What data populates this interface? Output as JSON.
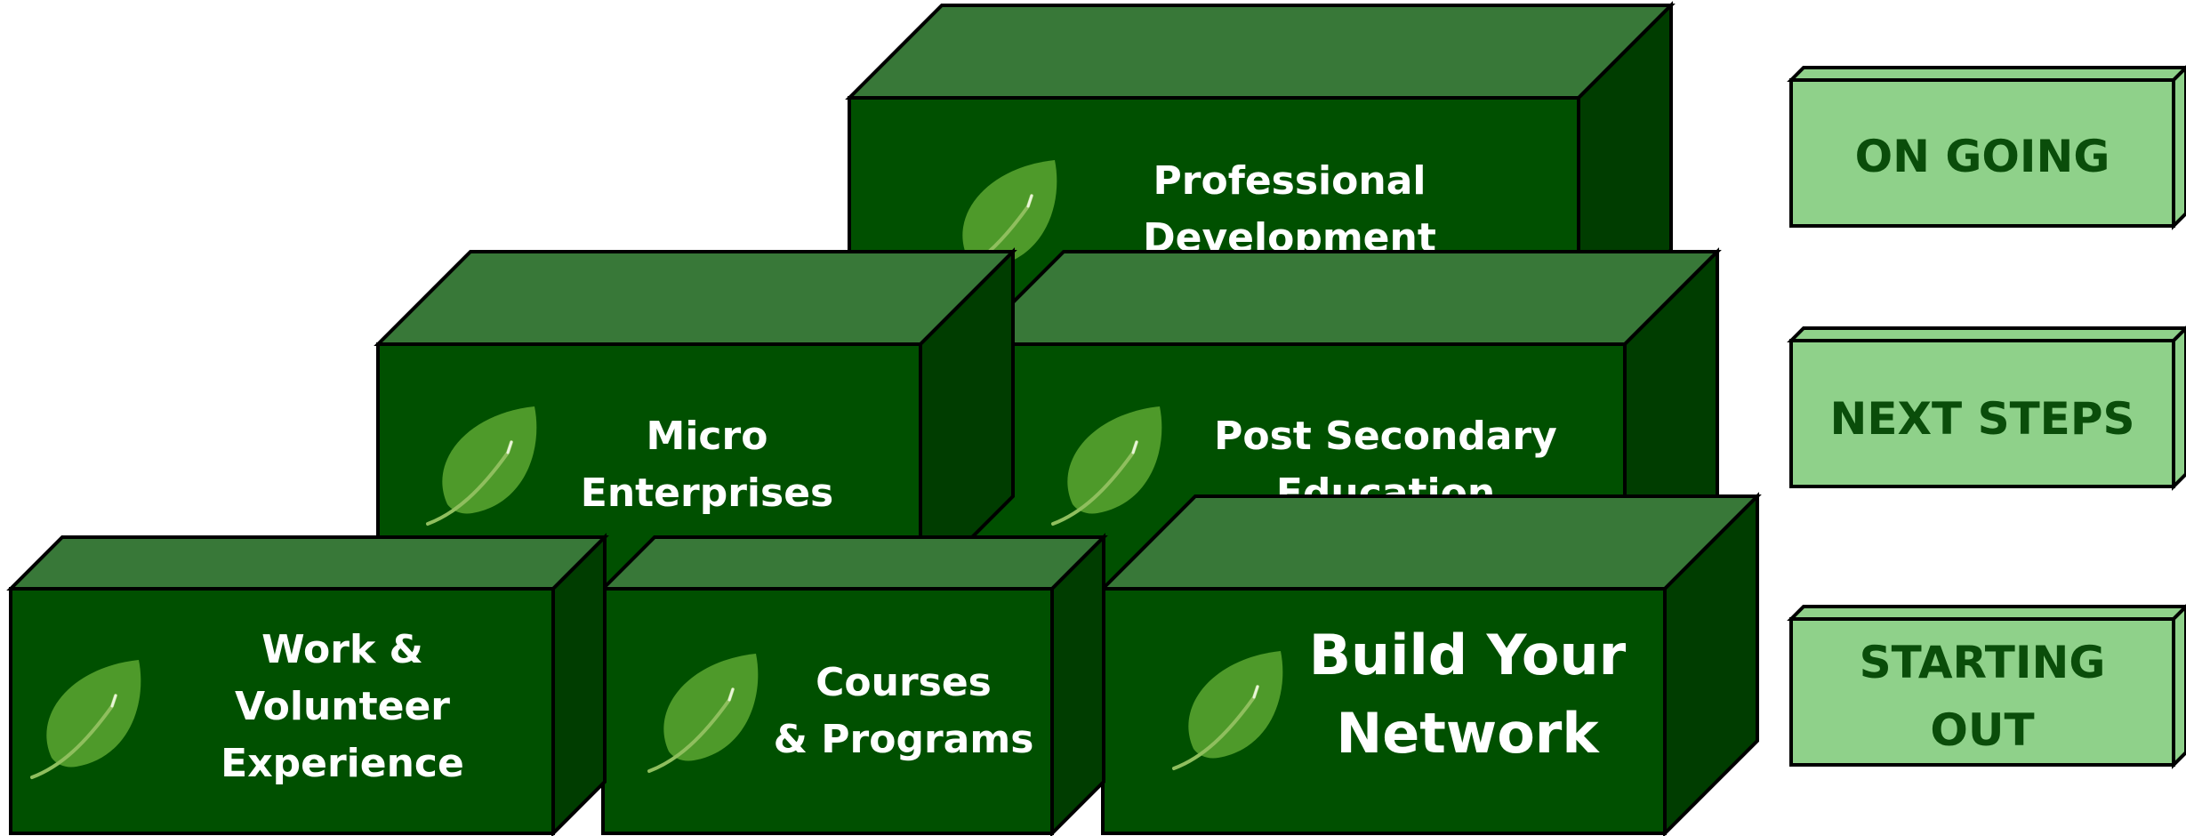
{
  "colors": {
    "block_front": "#005000",
    "block_top": "#387838",
    "block_side": "#003d00",
    "outline": "#000000",
    "block_text": "#ffffff",
    "leaf_fill": "#4e9a2a",
    "leaf_stem": "#8fbf5e",
    "label_fill": "#8fd18a",
    "label_text": "#0a4d0a"
  },
  "blocks": [
    {
      "id": "professional-development",
      "lines": [
        "Professional",
        "Development"
      ],
      "icon": "leaf-icon"
    },
    {
      "id": "micro-enterprises",
      "lines": [
        "Micro",
        "Enterprises"
      ],
      "icon": "leaf-icon"
    },
    {
      "id": "post-secondary-education",
      "lines": [
        "Post Secondary",
        "Education"
      ],
      "icon": "leaf-icon"
    },
    {
      "id": "work-volunteer-experience",
      "lines": [
        "Work &",
        "Volunteer",
        "Experience"
      ],
      "icon": "leaf-icon"
    },
    {
      "id": "courses-programs",
      "lines": [
        "Courses",
        "& Programs"
      ],
      "icon": "leaf-icon"
    },
    {
      "id": "build-your-network",
      "lines": [
        "Build Your",
        "Network"
      ],
      "icon": "leaf-icon"
    }
  ],
  "stage_labels": [
    {
      "id": "on-going",
      "lines": [
        "ON GOING"
      ]
    },
    {
      "id": "next-steps",
      "lines": [
        "NEXT STEPS"
      ]
    },
    {
      "id": "starting-out",
      "lines": [
        "STARTING",
        "OUT"
      ]
    }
  ]
}
